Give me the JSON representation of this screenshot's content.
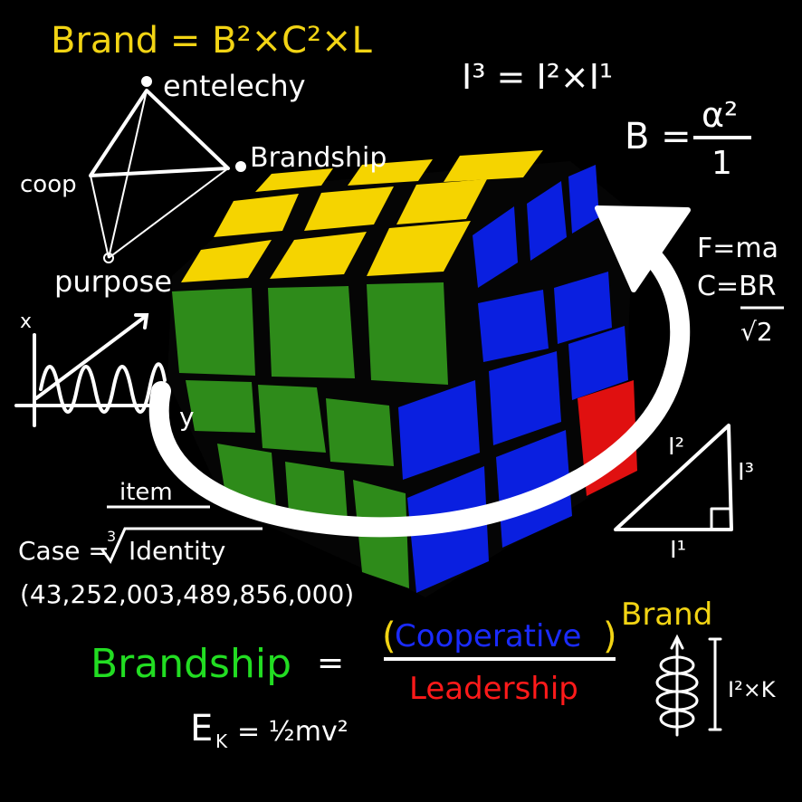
{
  "colors": {
    "background": "#000000",
    "chalk": "#ffffff",
    "yellow": "#f5d400",
    "green": "#2e8b1a",
    "blue": "#0a1fe0",
    "red": "#e01010",
    "bright_green": "#22dd22",
    "title_yellow": "#f2d414",
    "label_blue": "#1a2bff",
    "label_red": "#ff1a1a"
  },
  "formulas": {
    "brand_formula": "Brand = B²×C²×L",
    "i_cubed": "I³ = I²×I¹",
    "b_numerator": "B =",
    "alpha_sq": "α²",
    "one": "1",
    "f_ma": "F=ma",
    "c_br": "C=BR",
    "sqrt2": "√2",
    "ek_left": "E",
    "ek_sub": "K",
    "ek_right": "= ½mv²",
    "coil_label": "I²×K"
  },
  "triangle_diagram": {
    "top": "entelechy",
    "right": "Brandship",
    "left": "coop",
    "bottom": "purpose"
  },
  "graph": {
    "x_axis": "x",
    "y_axis": "y"
  },
  "right_triangle": {
    "hypotenuse": "I²",
    "side": "I³",
    "base": "I¹"
  },
  "case_formula": {
    "top": "item",
    "left": "Case =",
    "root_index": "3",
    "under_root": "Identity",
    "number": "(43,252,003,489,856,000)"
  },
  "brandship_equation": {
    "lhs": "Brandship",
    "equals": "=",
    "numerator": "Cooperative",
    "denominator": "Leadership",
    "trailing": "Brand"
  }
}
